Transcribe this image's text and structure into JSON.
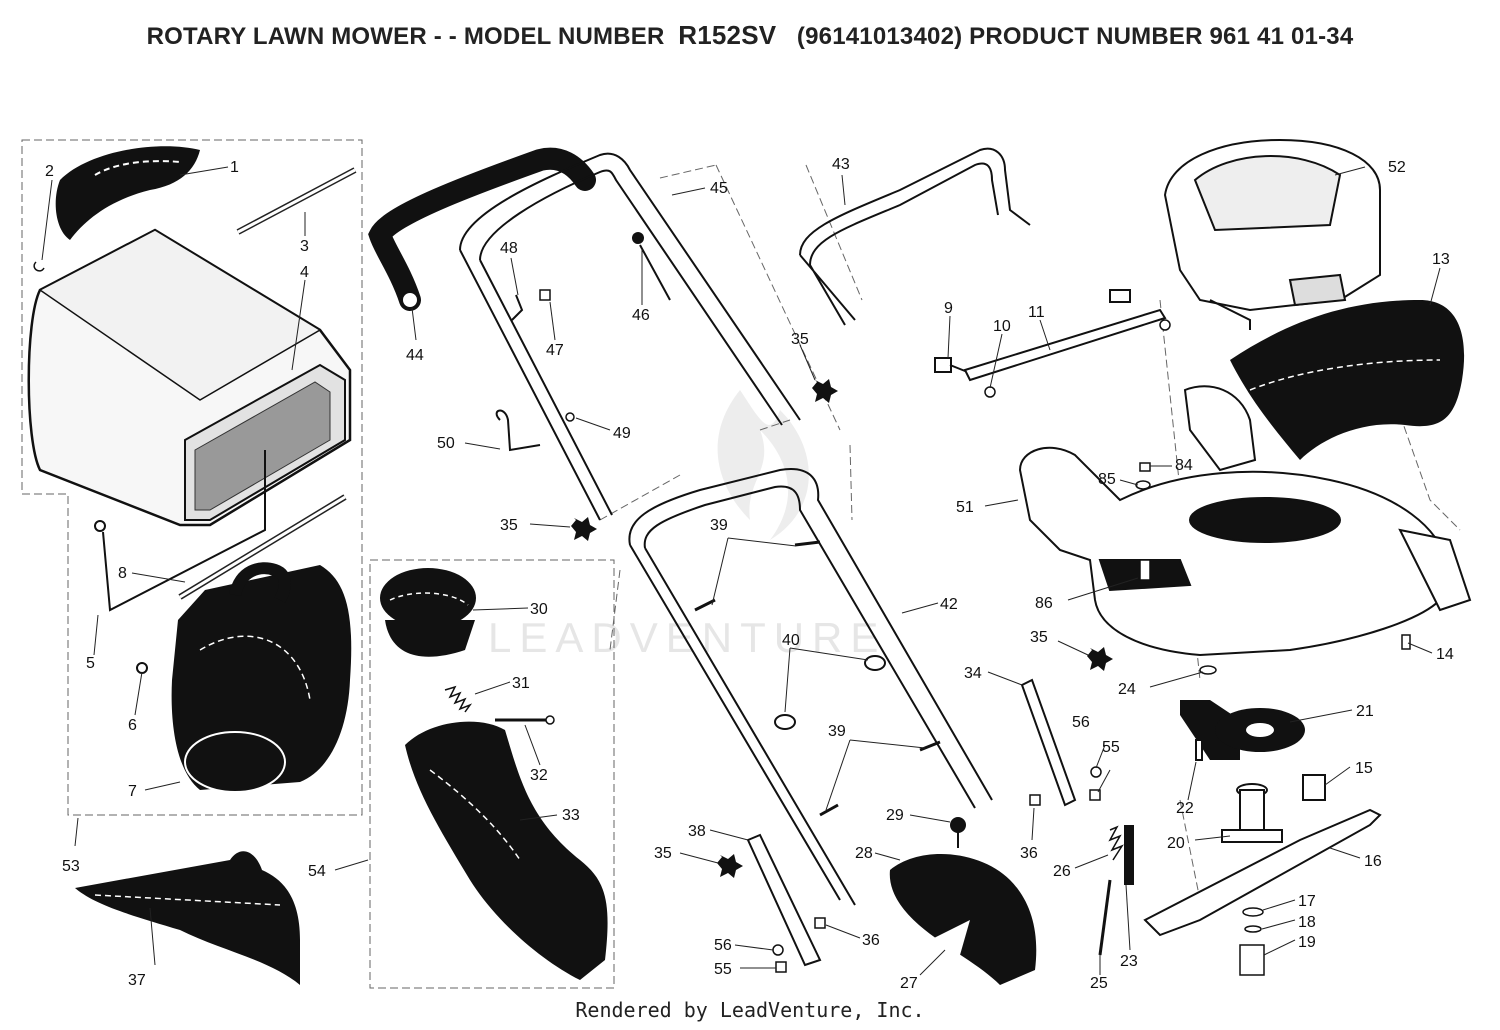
{
  "title": {
    "prefix": "ROTARY LAWN MOWER - - MODEL NUMBER",
    "model": "R152SV",
    "suffix": "(96141013402) PRODUCT NUMBER 961 41 01-34"
  },
  "watermark": "LEADVENTURE",
  "footer": "Rendered by LeadVenture, Inc.",
  "parts": [
    {
      "id": "1",
      "label": "1"
    },
    {
      "id": "2",
      "label": "2"
    },
    {
      "id": "3",
      "label": "3"
    },
    {
      "id": "4",
      "label": "4"
    },
    {
      "id": "5",
      "label": "5"
    },
    {
      "id": "6",
      "label": "6"
    },
    {
      "id": "7",
      "label": "7"
    },
    {
      "id": "8",
      "label": "8"
    },
    {
      "id": "9",
      "label": "9"
    },
    {
      "id": "10",
      "label": "10"
    },
    {
      "id": "11",
      "label": "11"
    },
    {
      "id": "13",
      "label": "13"
    },
    {
      "id": "14",
      "label": "14"
    },
    {
      "id": "15",
      "label": "15"
    },
    {
      "id": "16",
      "label": "16"
    },
    {
      "id": "17",
      "label": "17"
    },
    {
      "id": "18",
      "label": "18"
    },
    {
      "id": "19",
      "label": "19"
    },
    {
      "id": "20",
      "label": "20"
    },
    {
      "id": "21",
      "label": "21"
    },
    {
      "id": "22",
      "label": "22"
    },
    {
      "id": "23",
      "label": "23"
    },
    {
      "id": "24",
      "label": "24"
    },
    {
      "id": "25",
      "label": "25"
    },
    {
      "id": "26",
      "label": "26"
    },
    {
      "id": "27",
      "label": "27"
    },
    {
      "id": "28",
      "label": "28"
    },
    {
      "id": "29",
      "label": "29"
    },
    {
      "id": "30",
      "label": "30"
    },
    {
      "id": "31",
      "label": "31"
    },
    {
      "id": "32",
      "label": "32"
    },
    {
      "id": "33",
      "label": "33"
    },
    {
      "id": "34",
      "label": "34"
    },
    {
      "id": "35a",
      "label": "35"
    },
    {
      "id": "35b",
      "label": "35"
    },
    {
      "id": "35c",
      "label": "35"
    },
    {
      "id": "35d",
      "label": "35"
    },
    {
      "id": "36a",
      "label": "36"
    },
    {
      "id": "36b",
      "label": "36"
    },
    {
      "id": "37",
      "label": "37"
    },
    {
      "id": "38",
      "label": "38"
    },
    {
      "id": "39a",
      "label": "39"
    },
    {
      "id": "39b",
      "label": "39"
    },
    {
      "id": "40",
      "label": "40"
    },
    {
      "id": "42",
      "label": "42"
    },
    {
      "id": "43",
      "label": "43"
    },
    {
      "id": "44",
      "label": "44"
    },
    {
      "id": "45",
      "label": "45"
    },
    {
      "id": "46",
      "label": "46"
    },
    {
      "id": "47",
      "label": "47"
    },
    {
      "id": "48",
      "label": "48"
    },
    {
      "id": "49",
      "label": "49"
    },
    {
      "id": "50",
      "label": "50"
    },
    {
      "id": "51",
      "label": "51"
    },
    {
      "id": "52",
      "label": "52"
    },
    {
      "id": "53",
      "label": "53"
    },
    {
      "id": "54",
      "label": "54"
    },
    {
      "id": "55a",
      "label": "55"
    },
    {
      "id": "55b",
      "label": "55"
    },
    {
      "id": "56a",
      "label": "56"
    },
    {
      "id": "56b",
      "label": "56"
    },
    {
      "id": "84",
      "label": "84"
    },
    {
      "id": "85",
      "label": "85"
    },
    {
      "id": "86",
      "label": "86"
    }
  ]
}
